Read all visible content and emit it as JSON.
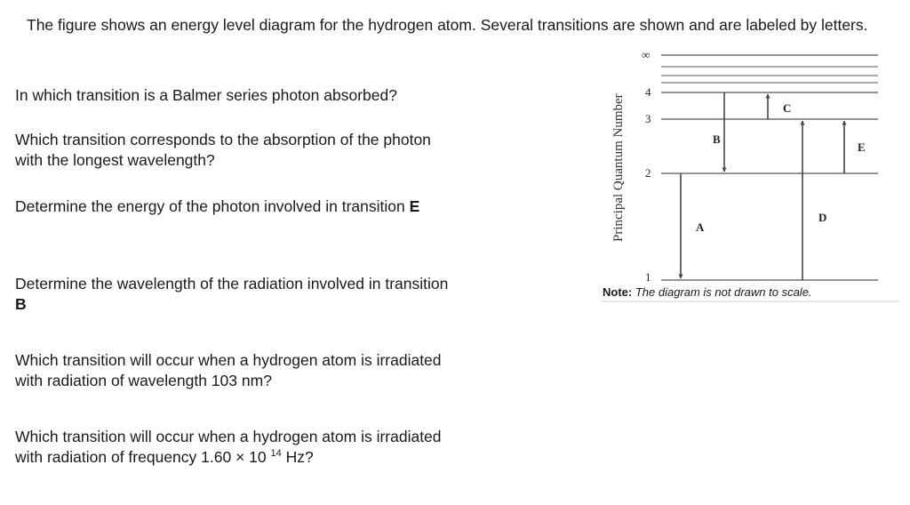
{
  "intro": "The figure shows an energy level diagram for the hydrogen atom. Several transitions are shown and are labeled by letters.",
  "questions": [
    {
      "text": "In which transition is a Balmer series photon absorbed?"
    },
    {
      "text": "Which transition corresponds to the absorption of the photon with the longest wavelength?"
    },
    {
      "prefix": "Determine the energy of the photon involved in transition ",
      "bold": "E"
    },
    {
      "prefix": "Determine the wavelength of the radiation involved in transition ",
      "bold": "B"
    },
    {
      "text": "Which transition will occur when a hydrogen atom is irradiated with radiation of wavelength 103 nm?"
    },
    {
      "prefix": "Which transition will occur when a hydrogen atom is irradiated with radiation of frequency 1.60 × 10 ",
      "sup": "14",
      "suffix": " Hz?"
    }
  ],
  "diagram": {
    "axis_label": "Principal Quantum Number",
    "levels": [
      {
        "n": "1"
      },
      {
        "n": "2"
      },
      {
        "n": "3"
      },
      {
        "n": "4"
      },
      {
        "n": "∞"
      }
    ],
    "transitions": [
      {
        "label": "A",
        "from": "2",
        "to": "1",
        "direction": "down"
      },
      {
        "label": "B",
        "from": "4",
        "to": "2",
        "direction": "down"
      },
      {
        "label": "C",
        "from": "3",
        "to": "4",
        "direction": "up"
      },
      {
        "label": "D",
        "from": "1",
        "to": "3",
        "direction": "up"
      },
      {
        "label": "E",
        "from": "2",
        "to": "3",
        "direction": "up"
      }
    ],
    "note_bold": "Note:",
    "note_text": " The diagram is not drawn to scale."
  }
}
